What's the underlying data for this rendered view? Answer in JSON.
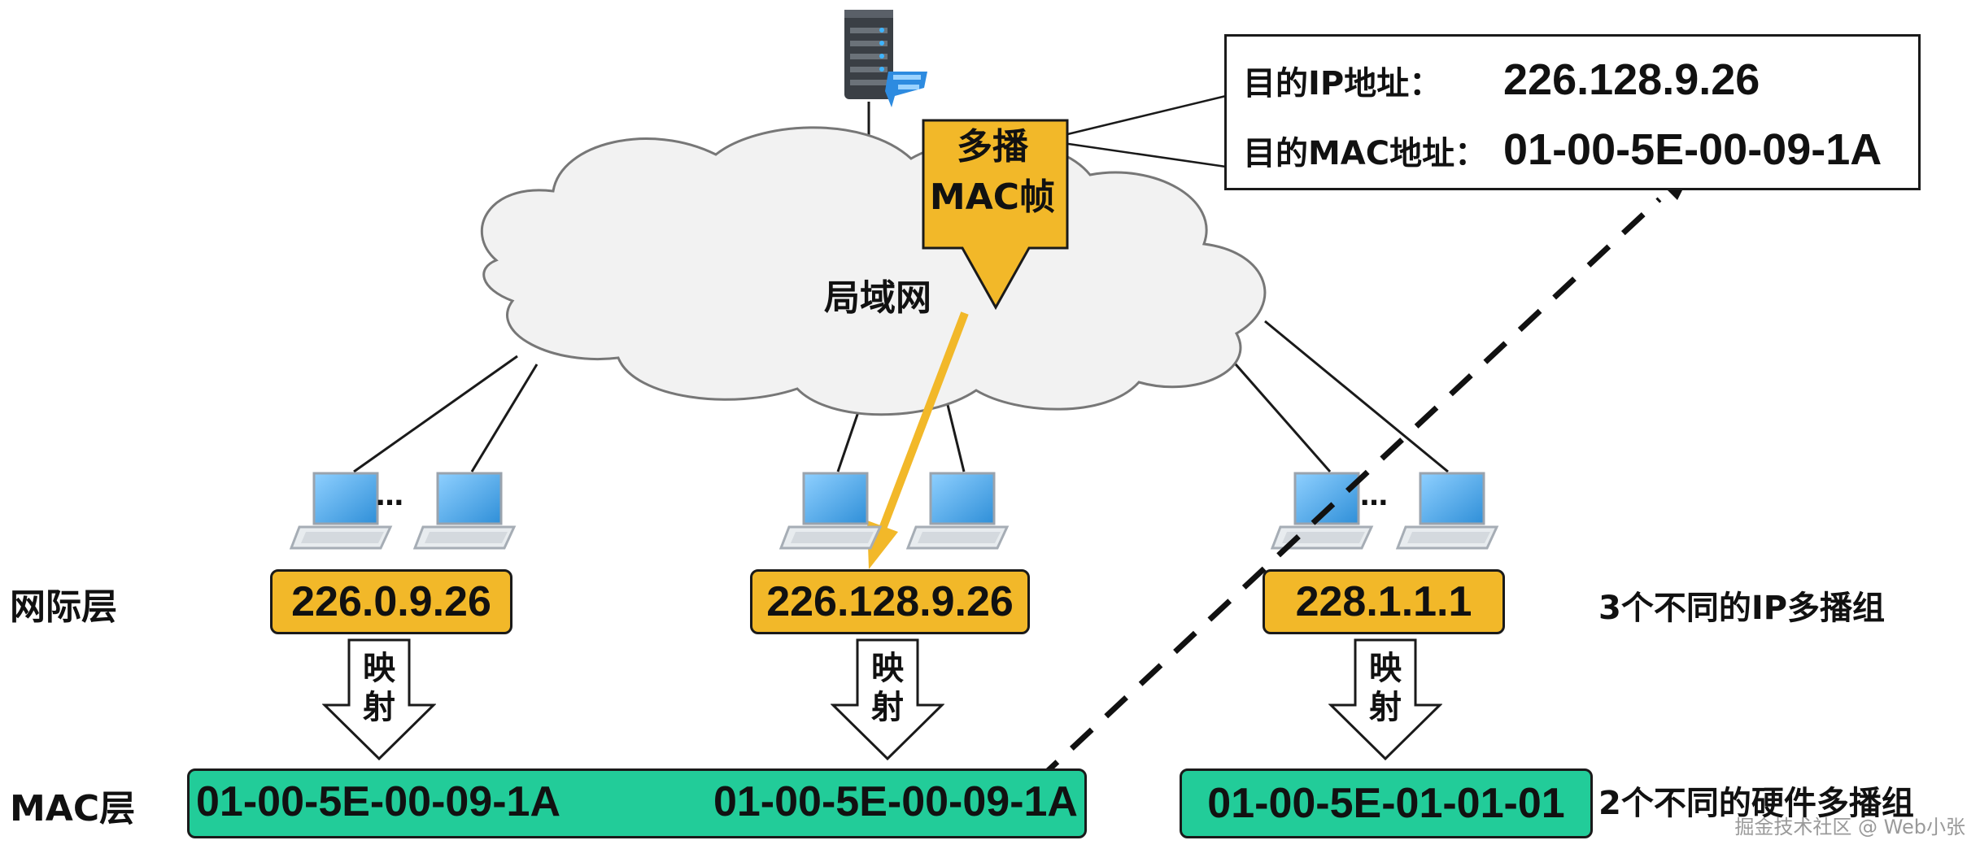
{
  "info_box": {
    "ip_label": "目的IP地址：",
    "ip_value": "226.128.9.26",
    "mac_label": "目的MAC地址：",
    "mac_value": "01-00-5E-00-09-1A"
  },
  "frame": {
    "line1": "多播",
    "line2": "MAC帧"
  },
  "lan_label": "局域网",
  "ellipsis": "…",
  "layers": {
    "network": "网际层",
    "mac": "MAC层"
  },
  "ip_groups": [
    "226.0.9.26",
    "226.128.9.26",
    "228.1.1.1"
  ],
  "mapping": {
    "char1": "映",
    "char2": "射"
  },
  "mac_groups": {
    "left_a": "01-00-5E-00-09-1A",
    "left_b": "01-00-5E-00-09-1A",
    "right": "01-00-5E-01-01-01"
  },
  "notes": {
    "ip_groups": "3个不同的IP多播组",
    "mac_groups": "2个不同的硬件多播组"
  },
  "watermark": "掘金技术社区 @ Web小张",
  "colors": {
    "yellow": "#f2b829",
    "green": "#22cc99",
    "laptop_screen": "#4aa8e8",
    "cloud": "#f2f2f2"
  }
}
